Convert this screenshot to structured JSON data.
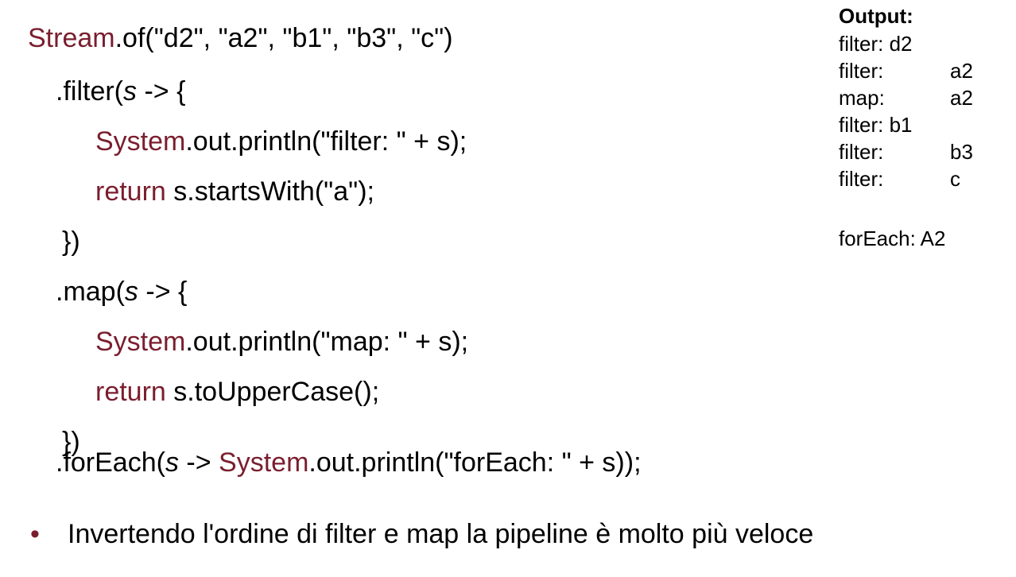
{
  "code": {
    "l1": {
      "a": "Stream",
      "b": ".of(\"d2\", \"a2\", \"b1\", \"b3\", \"c\")"
    },
    "l2": {
      "a": ".filter(",
      "b": "s",
      "c": " -> {"
    },
    "l3": {
      "a": "System",
      "b": ".out.println(\"filter: \" + s);"
    },
    "l4": {
      "a": "return",
      "b": " s.startsWith(\"a\");"
    },
    "l5": {
      "a": "})"
    },
    "l6": {
      "a": ".map(",
      "b": "s",
      "c": " -> {"
    },
    "l7": {
      "a": "System",
      "b": ".out.println(\"map: \" + s);"
    },
    "l8": {
      "a": "return",
      "b": " s.toUpperCase();"
    },
    "l9": {
      "a": "})"
    },
    "l10": {
      "a": ".forEach(",
      "b": "s",
      "c": " -> ",
      "d": "System",
      "e": ".out.println(\"forEach: \" + s));"
    }
  },
  "output": {
    "title": "Output:",
    "lines": [
      {
        "label": "filter: d2",
        "value": ""
      },
      {
        "label": "filter:",
        "value": "a2"
      },
      {
        "label": "map:",
        "value": "a2"
      },
      {
        "label": "filter: b1",
        "value": ""
      },
      {
        "label": "filter:",
        "value": "b3"
      },
      {
        "label": "filter:",
        "value": "c"
      },
      {
        "label": "forEach: A2",
        "value": ""
      }
    ]
  },
  "bullet": {
    "dot": "•",
    "text": "Invertendo l'ordine di filter e map la pipeline è molto più veloce"
  },
  "colors": {
    "keyword": "#7a1e2e"
  }
}
